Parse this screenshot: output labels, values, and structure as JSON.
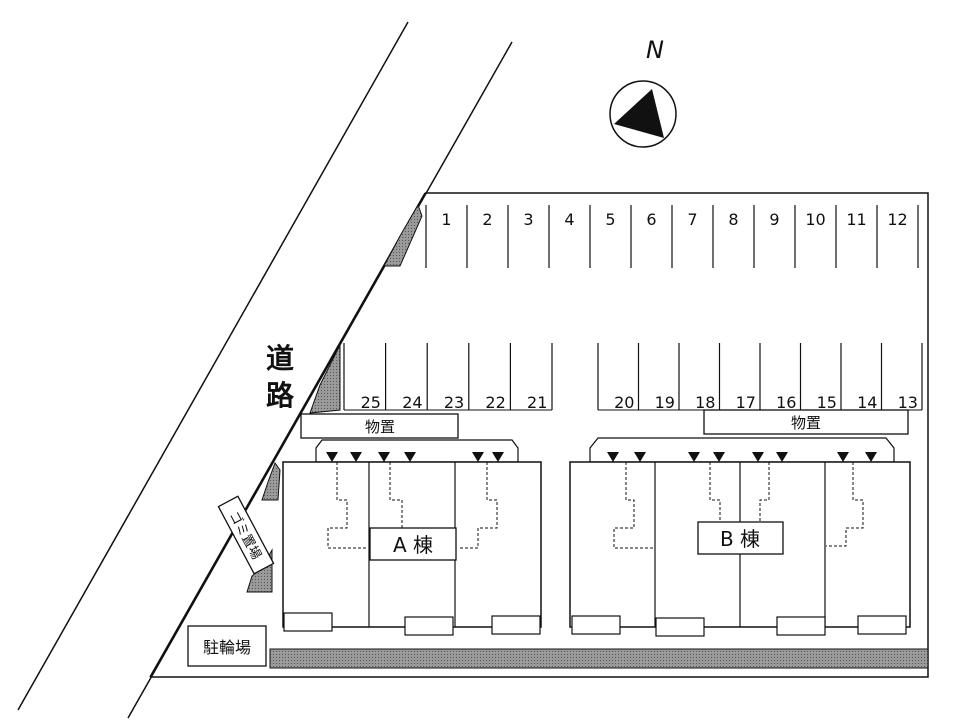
{
  "compass": {
    "label": "N"
  },
  "road": {
    "label_chars": [
      "道",
      "路"
    ]
  },
  "parking": {
    "top_row": [
      "1",
      "2",
      "3",
      "4",
      "5",
      "6",
      "7",
      "8",
      "9",
      "10",
      "11",
      "12"
    ],
    "bottom_left": [
      "25",
      "24",
      "23",
      "22",
      "21"
    ],
    "bottom_right": [
      "20",
      "19",
      "18",
      "17",
      "16",
      "15",
      "14",
      "13"
    ]
  },
  "storage_left": {
    "label": "物置"
  },
  "storage_right": {
    "label": "物置"
  },
  "building_a": {
    "label": "A 棟"
  },
  "building_b": {
    "label": "B 棟"
  },
  "garbage": {
    "label": "ゴミ置場"
  },
  "bike_parking": {
    "label": "駐輪場"
  },
  "colors": {
    "line": "#111111",
    "hatch": "#6a6a6a",
    "paper": "#ffffff"
  }
}
